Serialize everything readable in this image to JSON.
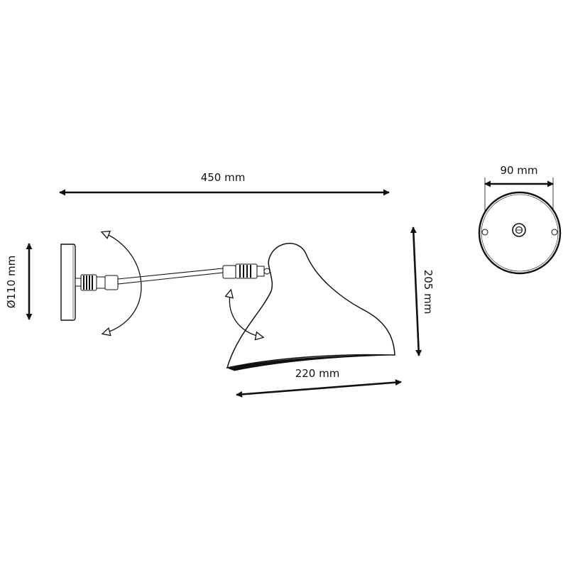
{
  "dimensions": {
    "overall_length": "450 mm",
    "backplate_diameter": "Ø110 mm",
    "shade_height": "205 mm",
    "shade_width": "220 mm",
    "mount_width": "90 mm"
  },
  "colors": {
    "line": "#111111",
    "background": "#ffffff"
  }
}
